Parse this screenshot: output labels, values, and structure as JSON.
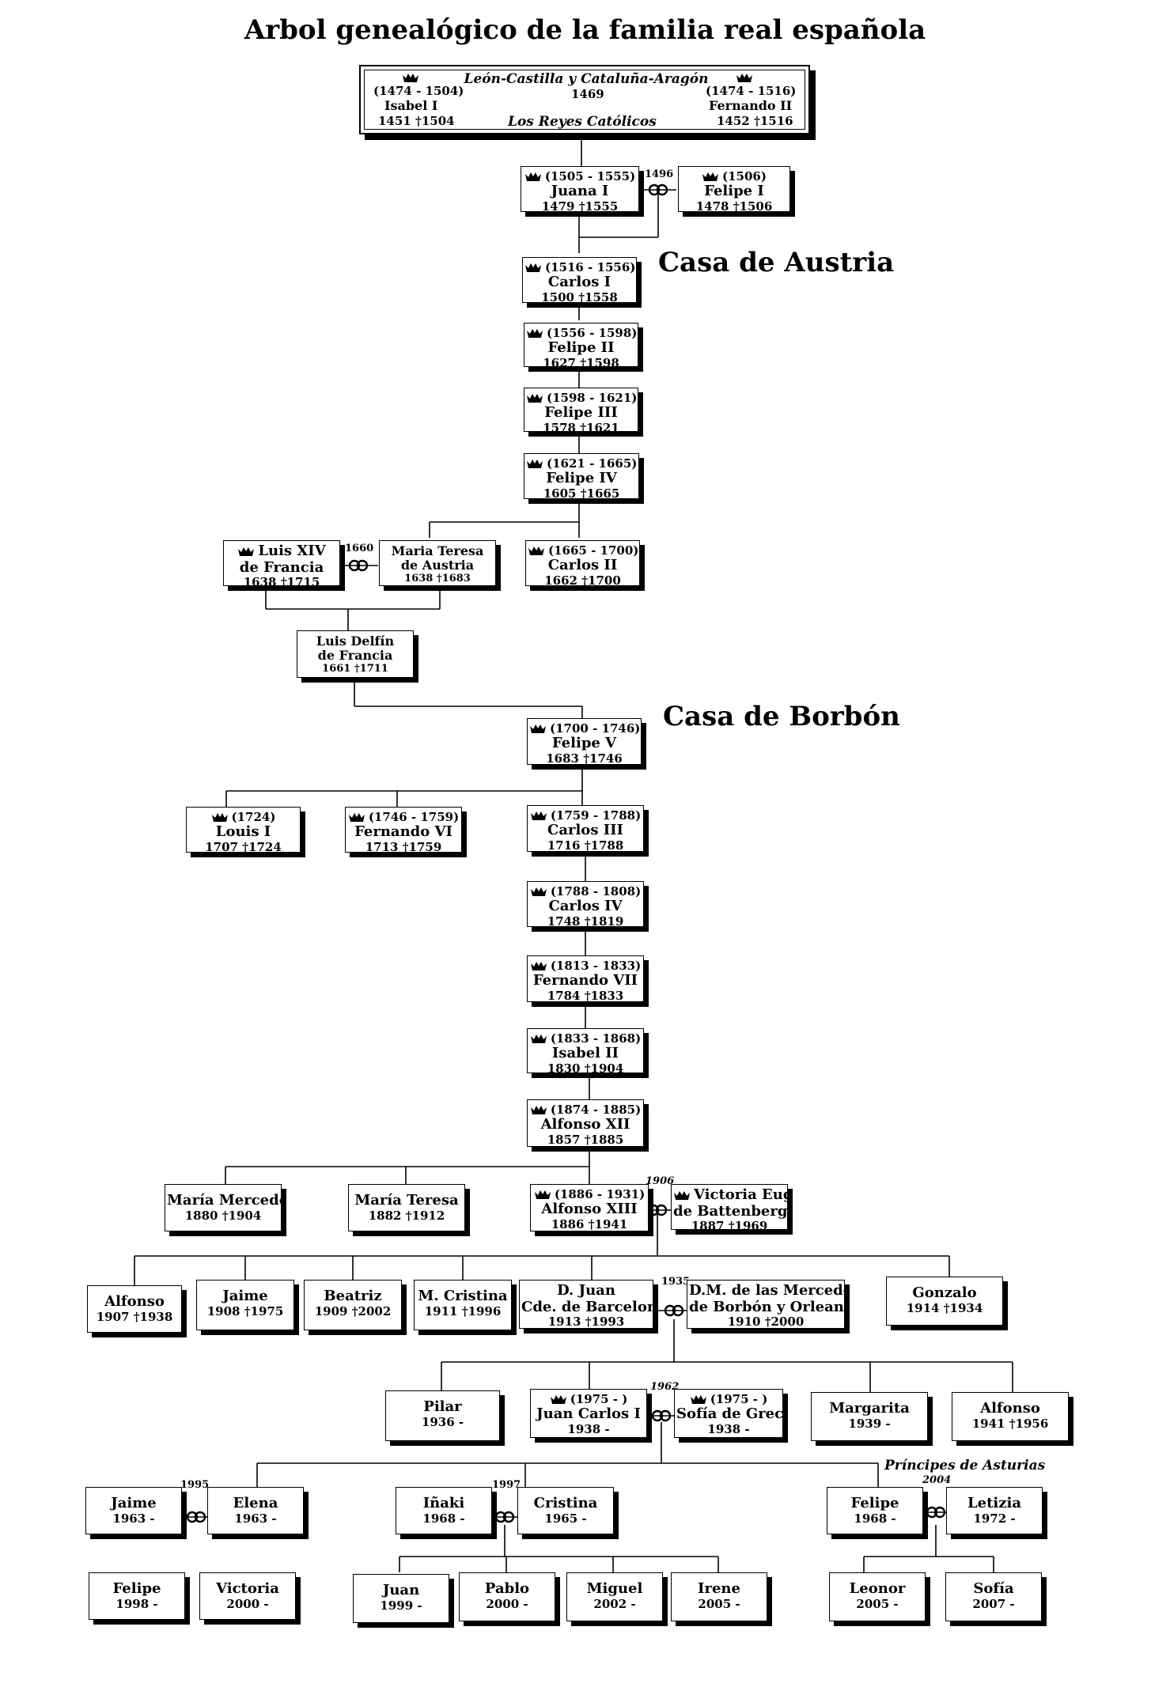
{
  "title": "Arbol genealógico de la familia real española",
  "houses": {
    "austria": "Casa de Austria",
    "borbon": "Casa de Borbón"
  },
  "principes_label": "Príncipes de Asturias",
  "reyes_catolicos": {
    "kingdoms": "León-Castilla  y  Cataluña-Aragón",
    "marriage_year": "1469",
    "couple_label": "Los Reyes Católicos",
    "isabel": {
      "reign": "(1474 - 1504)",
      "name": "Isabel I",
      "life": "1451 †1504"
    },
    "fernando": {
      "reign": "(1474 - 1516)",
      "name": "Fernando II",
      "life": "1452 †1516"
    }
  },
  "marriage_years": {
    "juana_felipe": "1496",
    "luis_maria": "1660",
    "alfonso13": "1906",
    "juan": "1935",
    "juancarlos": "1962",
    "elena": "1995",
    "cristina": "1997",
    "felipe": "2004"
  },
  "persons": {
    "juana": {
      "reign": "(1505 - 1555)",
      "name": "Juana I",
      "life": "1479 †1555",
      "crown": true
    },
    "felipe1": {
      "reign": "(1506)",
      "name": "Felipe I",
      "life": "1478 †1506",
      "crown": true
    },
    "carlos1": {
      "reign": "(1516 - 1556)",
      "name": "Carlos I",
      "life": "1500 †1558",
      "crown": true
    },
    "felipe2": {
      "reign": "(1556 - 1598)",
      "name": "Felipe II",
      "life": "1627 †1598",
      "crown": true
    },
    "felipe3": {
      "reign": "(1598 - 1621)",
      "name": "Felipe III",
      "life": "1578 †1621",
      "crown": true
    },
    "felipe4": {
      "reign": "(1621 - 1665)",
      "name": "Felipe IV",
      "life": "1605 †1665",
      "crown": true
    },
    "luis14": {
      "reign": "Luis XIV",
      "name": "de Francia",
      "life": "1638 †1715",
      "crown": true
    },
    "mteresa_a": {
      "reign": "",
      "name": "Maria Teresa",
      "name2": "de Austria",
      "life": "1638 †1683",
      "crown": false
    },
    "carlos2": {
      "reign": "(1665 - 1700)",
      "name": "Carlos II",
      "life": "1662 †1700",
      "crown": true
    },
    "delfin": {
      "reign": "",
      "name": "Luis Delfín",
      "name2": "de Francia",
      "life": "1661 †1711",
      "crown": false
    },
    "felipe5": {
      "reign": "(1700 - 1746)",
      "name": "Felipe V",
      "life": "1683 †1746",
      "crown": true
    },
    "luis1": {
      "reign": "(1724)",
      "name": "Louis I",
      "life": "1707 †1724",
      "crown": true
    },
    "fernando6": {
      "reign": "(1746 - 1759)",
      "name": "Fernando VI",
      "life": "1713 †1759",
      "crown": true
    },
    "carlos3": {
      "reign": "(1759 - 1788)",
      "name": "Carlos III",
      "life": "1716 †1788",
      "crown": true
    },
    "carlos4": {
      "reign": "(1788 - 1808)",
      "name": "Carlos IV",
      "life": "1748 †1819",
      "crown": true
    },
    "fernando7": {
      "reign": "(1813 - 1833)",
      "name": "Fernando VII",
      "life": "1784 †1833",
      "crown": true
    },
    "isabel2": {
      "reign": "(1833 - 1868)",
      "name": "Isabel II",
      "life": "1830 †1904",
      "crown": true
    },
    "alfonso12": {
      "reign": "(1874 - 1885)",
      "name": "Alfonso XII",
      "life": "1857 †1885",
      "crown": true
    },
    "mmercedes": {
      "reign": "",
      "name": "María Mercedes",
      "life": "1880 †1904",
      "crown": false
    },
    "mteresa": {
      "reign": "",
      "name": "María Teresa",
      "life": "1882 †1912",
      "crown": false
    },
    "alfonso13": {
      "reign": "(1886 - 1931)",
      "name": "Alfonso XIII",
      "life": "1886 †1941",
      "crown": true
    },
    "victoria": {
      "reign": "Victoria Eug.",
      "name": "de Battenberg",
      "life": "1887 †1969",
      "crown": true
    },
    "alfonso_a": {
      "reign": "",
      "name": "Alfonso",
      "life": "1907 †1938",
      "crown": false
    },
    "jaime_a": {
      "reign": "",
      "name": "Jaime",
      "life": "1908 †1975",
      "crown": false
    },
    "beatriz": {
      "reign": "",
      "name": "Beatriz",
      "life": "1909 †2002",
      "crown": false
    },
    "mcristina": {
      "reign": "",
      "name": "M. Cristina",
      "life": "1911 †1996",
      "crown": false
    },
    "djuan": {
      "reign": "D. Juan",
      "name": "Cde. de Barcelona",
      "life": "1913 †1993",
      "crown": false
    },
    "dmmercedes": {
      "reign": "D.M. de las Mercedes",
      "name": "de Borbón y Orleans",
      "life": "1910 †2000",
      "crown": false
    },
    "gonzalo": {
      "reign": "",
      "name": "Gonzalo",
      "life": "1914 †1934",
      "crown": false
    },
    "pilar": {
      "reign": "",
      "name": "Pilar",
      "life": "1936 -",
      "crown": false
    },
    "juancarlos": {
      "reign": "(1975 - )",
      "name": "Juan Carlos I",
      "life": "1938 -",
      "crown": true
    },
    "sofia": {
      "reign": "(1975 - )",
      "name": "Sofía de Grecia",
      "life": "1938 -",
      "crown": true
    },
    "margarita": {
      "reign": "",
      "name": "Margarita",
      "life": "1939 -",
      "crown": false
    },
    "alfonso_b": {
      "reign": "",
      "name": "Alfonso",
      "life": "1941 †1956",
      "crown": false
    },
    "jaime_b": {
      "reign": "",
      "name": "Jaime",
      "life": "1963 -",
      "crown": false
    },
    "elena": {
      "reign": "",
      "name": "Elena",
      "life": "1963 -",
      "crown": false
    },
    "inaki": {
      "reign": "",
      "name": "Iñaki",
      "life": "1968 -",
      "crown": false
    },
    "cristina": {
      "reign": "",
      "name": "Cristina",
      "life": "1965 -",
      "crown": false
    },
    "felipe6": {
      "reign": "",
      "name": "Felipe",
      "life": "1968 -",
      "crown": false
    },
    "letizia": {
      "reign": "",
      "name": "Letizia",
      "life": "1972 -",
      "crown": false
    },
    "felipe_m": {
      "reign": "",
      "name": "Felipe",
      "life": "1998 -",
      "crown": false
    },
    "victoria_m": {
      "reign": "",
      "name": "Victoria",
      "life": "2000 -",
      "crown": false
    },
    "juan_u": {
      "reign": "",
      "name": "Juan",
      "life": "1999 -",
      "crown": false
    },
    "pablo": {
      "reign": "",
      "name": "Pablo",
      "life": "2000 -",
      "crown": false
    },
    "miguel": {
      "reign": "",
      "name": "Miguel",
      "life": "2002 -",
      "crown": false
    },
    "irene": {
      "reign": "",
      "name": "Irene",
      "life": "2005 -",
      "crown": false
    },
    "leonor": {
      "reign": "",
      "name": "Leonor",
      "life": "2005 -",
      "crown": false
    },
    "sofia_b": {
      "reign": "",
      "name": "Sofía",
      "life": "2007 -",
      "crown": false
    }
  }
}
